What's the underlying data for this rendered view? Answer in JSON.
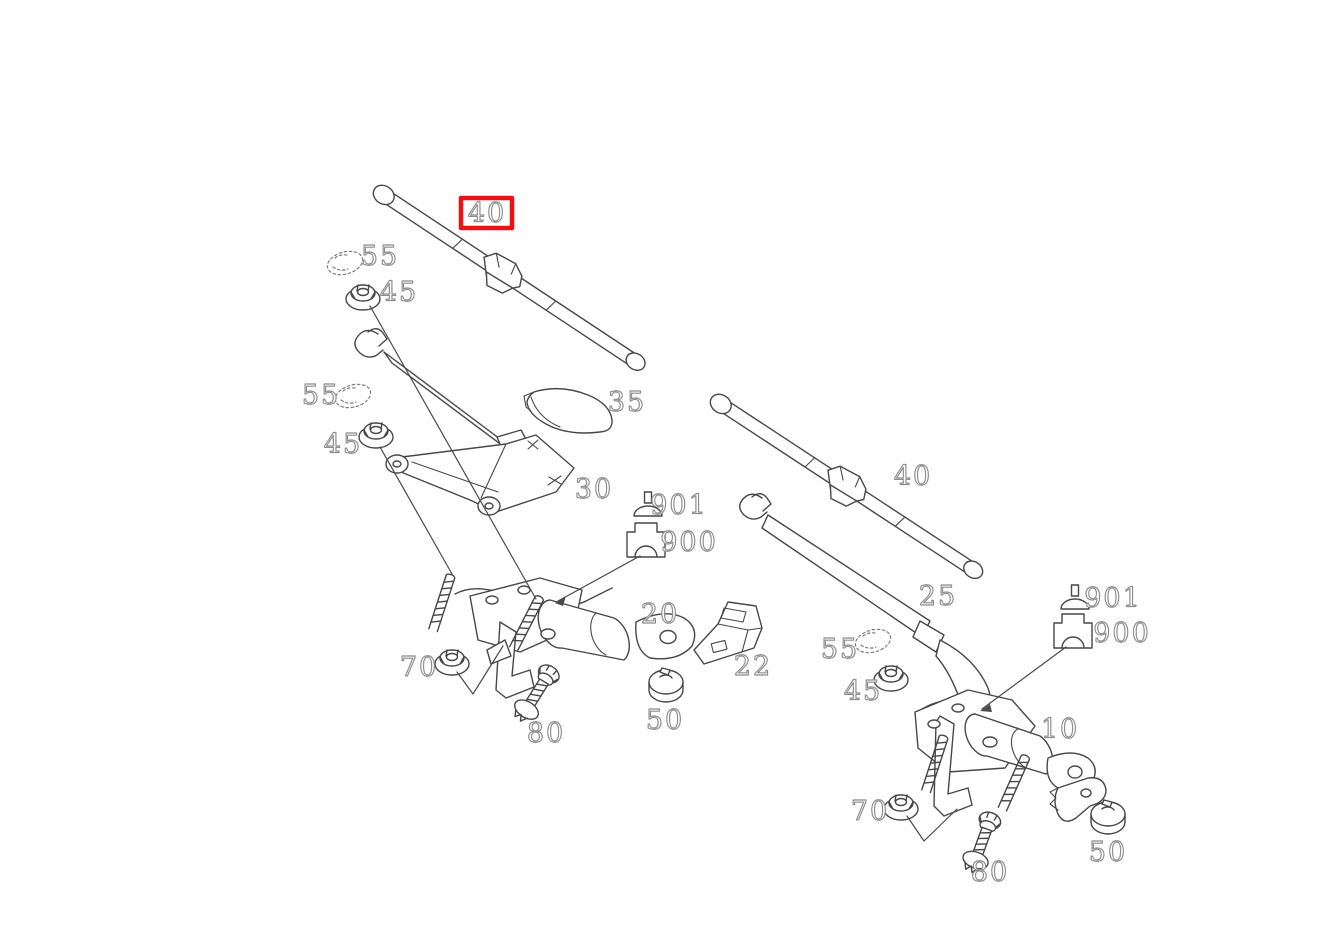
{
  "diagram": {
    "kind": "wiper-system-exploded-parts-diagram",
    "background": "#ffffff",
    "line_color": "#474747",
    "callout_outline_color": "#8d8d8d",
    "highlight_color": "#ec1213",
    "selected_callout": "40"
  },
  "labels": {
    "blade_left": "40",
    "cap_top_left": "55",
    "nut_top_left": "45",
    "cap_mid_left": "55",
    "nut_mid_left": "45",
    "cover": "35",
    "arm_left": "30",
    "pin_cap_left": "901",
    "housing_cap_left": "900",
    "motor_left": "20",
    "relay_bracket": "22",
    "nut_lower_left": "70",
    "grommet_left": "50",
    "bolt_left": "80",
    "blade_right": "40",
    "arm_right": "25",
    "cap_right": "55",
    "nut_right": "45",
    "pin_cap_right": "901",
    "housing_cap_right": "900",
    "motor_right": "10",
    "nut_lower_right": "70",
    "bolt_right": "80",
    "grommet_right": "50"
  }
}
